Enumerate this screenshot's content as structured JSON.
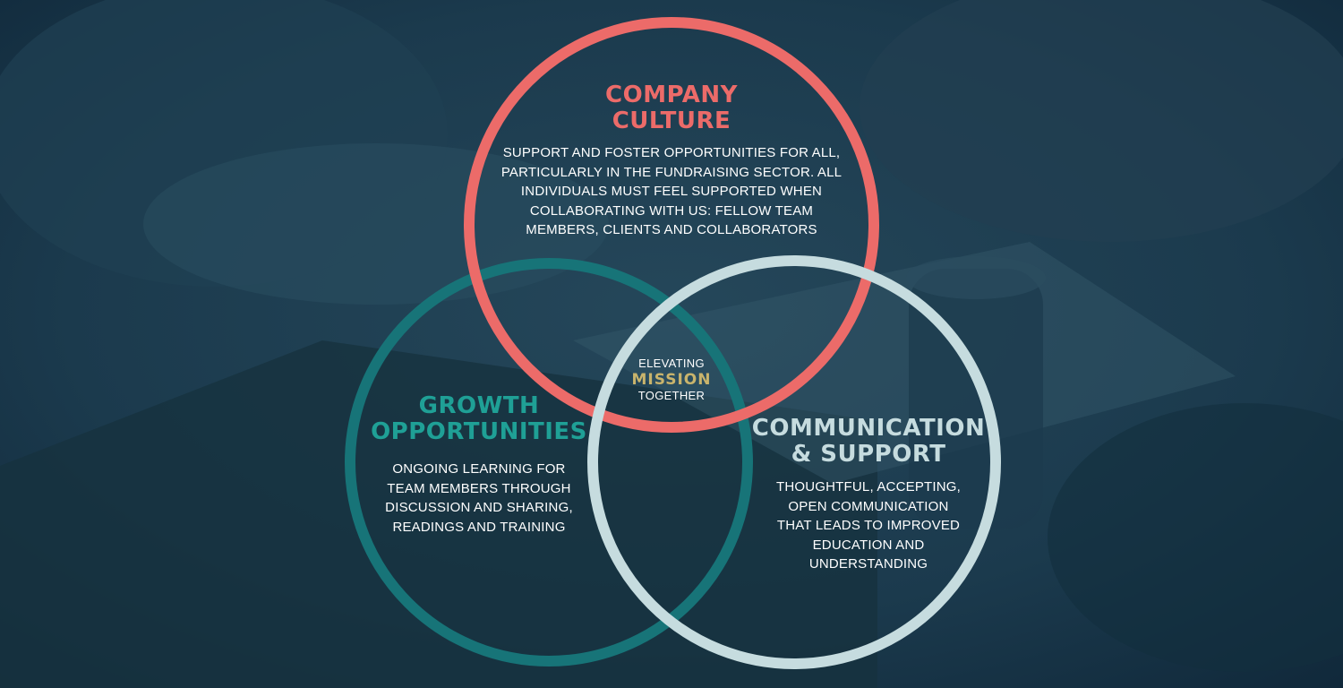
{
  "colors": {
    "background": "#183649",
    "culture": "#ec6b69",
    "growth": "#177478",
    "growth_text": "#1fa096",
    "communication": "#c6dcdf",
    "mission": "#c9b46c",
    "body_text": "#ffffff"
  },
  "diagram": {
    "circles": [
      {
        "id": "culture",
        "title_lines": [
          "COMPANY",
          "CULTURE"
        ],
        "description_lines": [
          "SUPPORT AND FOSTER OPPORTUNITIES FOR ALL,",
          "PARTICULARLY IN THE FUNDRAISING SECTOR. ALL",
          "INDIVIDUALS MUST FEEL SUPPORTED WHEN",
          "COLLABORATING WITH US: FELLOW TEAM",
          "MEMBERS, CLIENTS AND COLLABORATORS"
        ]
      },
      {
        "id": "growth",
        "title_lines": [
          "GROWTH",
          "OPPORTUNITIES"
        ],
        "description_lines": [
          "ONGOING LEARNING FOR",
          "TEAM MEMBERS THROUGH",
          "DISCUSSION AND SHARING,",
          "READINGS AND TRAINING"
        ]
      },
      {
        "id": "communication",
        "title_lines": [
          "COMMUNICATION",
          "& SUPPORT"
        ],
        "description_lines": [
          "THOUGHTFUL, ACCEPTING,",
          "OPEN COMMUNICATION",
          "THAT LEADS TO IMPROVED",
          "EDUCATION AND",
          "UNDERSTANDING"
        ]
      }
    ],
    "center": {
      "top": "ELEVATING",
      "middle": "MISSION",
      "bottom": "TOGETHER"
    }
  }
}
